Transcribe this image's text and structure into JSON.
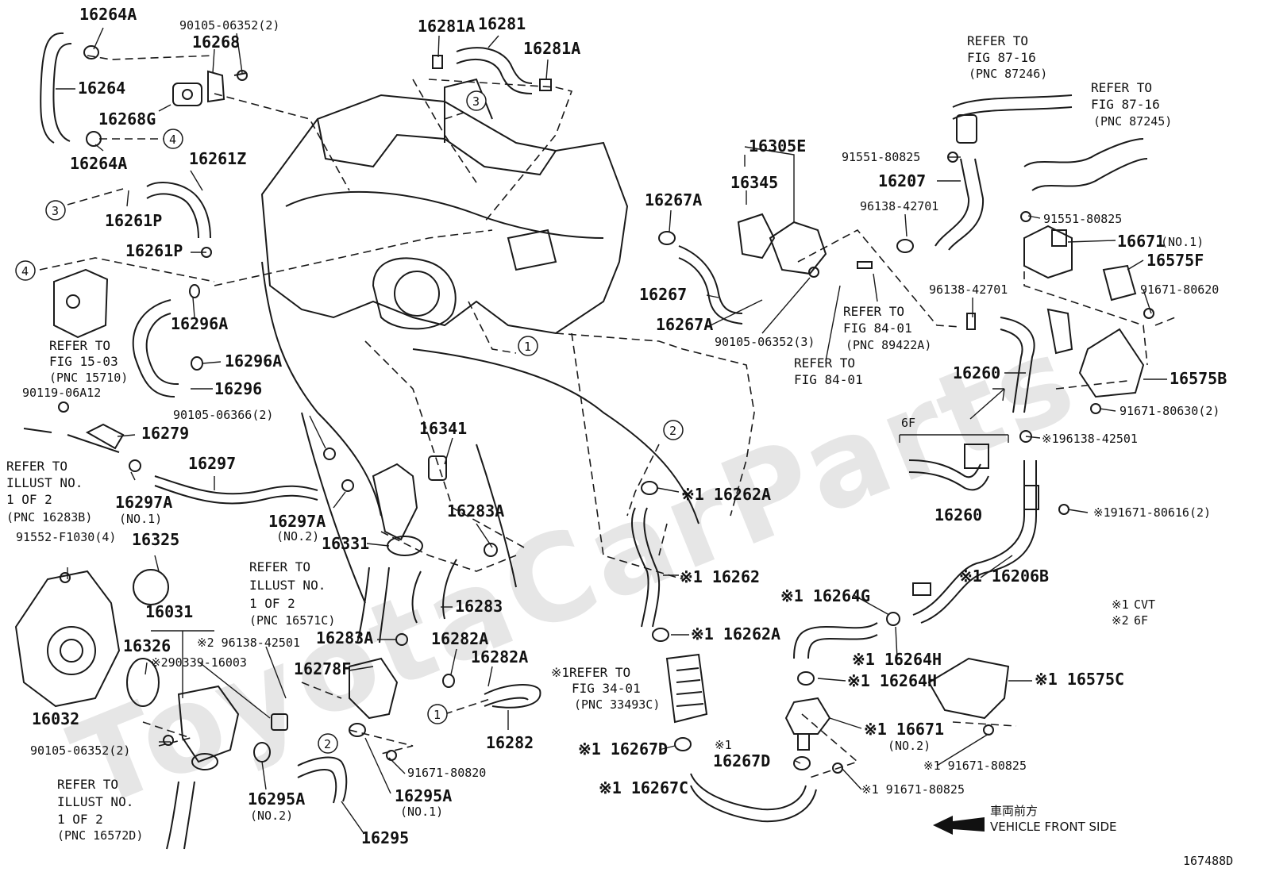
{
  "watermark": "ToyotaCarParts",
  "figure_number": "167488D",
  "direction_note": {
    "jp": "車両前方",
    "en": "VEHICLE FRONT SIDE"
  },
  "legend": [
    {
      "mark": "※1",
      "text": "CVT"
    },
    {
      "mark": "※2",
      "text": "6F"
    }
  ],
  "circles": [
    "1",
    "2",
    "3",
    "4"
  ],
  "labels": [
    {
      "id": "l1",
      "text": "16264A"
    },
    {
      "id": "l2",
      "text": "90105-06352(2)"
    },
    {
      "id": "l3",
      "text": "16268"
    },
    {
      "id": "l4",
      "text": "16264"
    },
    {
      "id": "l5",
      "text": "16268G"
    },
    {
      "id": "l6",
      "text": "16264A"
    },
    {
      "id": "l7",
      "text": "16261Z"
    },
    {
      "id": "l8",
      "text": "16261P"
    },
    {
      "id": "l9",
      "text": "16261P"
    },
    {
      "id": "l10",
      "text": "16296A"
    },
    {
      "id": "l11",
      "text": "16296A"
    },
    {
      "id": "l12",
      "text": "16296"
    },
    {
      "id": "l13",
      "text": "REFER TO"
    },
    {
      "id": "l14",
      "text": "FIG 15-03"
    },
    {
      "id": "l15",
      "text": "(PNC 15710)"
    },
    {
      "id": "l16",
      "text": "90119-06A12"
    },
    {
      "id": "l17",
      "text": "16279"
    },
    {
      "id": "l18",
      "text": "REFER TO"
    },
    {
      "id": "l19",
      "text": "ILLUST NO."
    },
    {
      "id": "l20",
      "text": "1 OF 2"
    },
    {
      "id": "l21",
      "text": "(PNC 16283B)"
    },
    {
      "id": "l22",
      "text": "16297A"
    },
    {
      "id": "l23",
      "text": "(NO.1)"
    },
    {
      "id": "l24",
      "text": "16297"
    },
    {
      "id": "l25",
      "text": "90105-06366(2)"
    },
    {
      "id": "l26",
      "text": "16297A"
    },
    {
      "id": "l27",
      "text": "(NO.2)"
    },
    {
      "id": "l28",
      "text": "16331"
    },
    {
      "id": "l29",
      "text": "16341"
    },
    {
      "id": "l30",
      "text": "16283A"
    },
    {
      "id": "l31",
      "text": "16283"
    },
    {
      "id": "l32",
      "text": "16283A"
    },
    {
      "id": "l33",
      "text": "91552-F1030(4)"
    },
    {
      "id": "l34",
      "text": "16325"
    },
    {
      "id": "l35",
      "text": "16031"
    },
    {
      "id": "l36",
      "text": "16326"
    },
    {
      "id": "l37",
      "text": "※2 96138-42501"
    },
    {
      "id": "l38",
      "text": "※290339-16003"
    },
    {
      "id": "l39",
      "text": "16278F"
    },
    {
      "id": "l40",
      "text": "16032"
    },
    {
      "id": "l41",
      "text": "90105-06352(2)"
    },
    {
      "id": "l42",
      "text": "16295A"
    },
    {
      "id": "l43",
      "text": "(NO.2)"
    },
    {
      "id": "l44",
      "text": "REFER TO"
    },
    {
      "id": "l45",
      "text": "ILLUST NO."
    },
    {
      "id": "l46",
      "text": "1 OF 2"
    },
    {
      "id": "l47",
      "text": "(PNC 16572D)"
    },
    {
      "id": "l48",
      "text": "16295"
    },
    {
      "id": "l49",
      "text": "16295A"
    },
    {
      "id": "l50",
      "text": "(NO.1)"
    },
    {
      "id": "l51",
      "text": "91671-80820"
    },
    {
      "id": "l52",
      "text": "16282A"
    },
    {
      "id": "l53",
      "text": "16282A"
    },
    {
      "id": "l54",
      "text": "16282"
    },
    {
      "id": "l55",
      "text": "REFER TO"
    },
    {
      "id": "l56",
      "text": "ILLUST NO."
    },
    {
      "id": "l57",
      "text": "1 OF 2"
    },
    {
      "id": "l58",
      "text": "(PNC 16571C)"
    },
    {
      "id": "l59",
      "text": "16281A"
    },
    {
      "id": "l60",
      "text": "16281"
    },
    {
      "id": "l61",
      "text": "16281A"
    },
    {
      "id": "l62",
      "text": "16267A"
    },
    {
      "id": "l63",
      "text": "16267"
    },
    {
      "id": "l64",
      "text": "16267A"
    },
    {
      "id": "l65",
      "text": "16305E"
    },
    {
      "id": "l66",
      "text": "16345"
    },
    {
      "id": "l67",
      "text": "90105-06352(3)"
    },
    {
      "id": "l68",
      "text": "REFER TO"
    },
    {
      "id": "l69",
      "text": "FIG 84-01"
    },
    {
      "id": "l70",
      "text": "REFER TO"
    },
    {
      "id": "l71",
      "text": "FIG 84-01"
    },
    {
      "id": "l72",
      "text": "(PNC 89422A)"
    },
    {
      "id": "l73",
      "text": "※1 16262A"
    },
    {
      "id": "l74",
      "text": "※1 16262"
    },
    {
      "id": "l75",
      "text": "※1 16262A"
    },
    {
      "id": "l76",
      "text": "※1REFER TO"
    },
    {
      "id": "l77",
      "text": "FIG 34-01"
    },
    {
      "id": "l78",
      "text": "(PNC 33493C)"
    },
    {
      "id": "l79",
      "text": "※1 16267D"
    },
    {
      "id": "l80",
      "text": "※1"
    },
    {
      "id": "l81",
      "text": "16267D"
    },
    {
      "id": "l82",
      "text": "※1 16267C"
    },
    {
      "id": "l83",
      "text": "※1 16264G"
    },
    {
      "id": "l84",
      "text": "※1 16264H"
    },
    {
      "id": "l85",
      "text": "※1 16264H"
    },
    {
      "id": "l86",
      "text": "※1 16671"
    },
    {
      "id": "l87",
      "text": "(NO.2)"
    },
    {
      "id": "l88",
      "text": "※1 91671-80825"
    },
    {
      "id": "l89",
      "text": "※1 91671-80825"
    },
    {
      "id": "l90",
      "text": "※1 16575C"
    },
    {
      "id": "l91",
      "text": "REFER TO"
    },
    {
      "id": "l92",
      "text": "FIG 87-16"
    },
    {
      "id": "l93",
      "text": "(PNC 87246)"
    },
    {
      "id": "l94",
      "text": "REFER TO"
    },
    {
      "id": "l95",
      "text": "FIG 87-16"
    },
    {
      "id": "l96",
      "text": "(PNC 87245)"
    },
    {
      "id": "l97",
      "text": "91551-80825"
    },
    {
      "id": "l98",
      "text": "16207"
    },
    {
      "id": "l99",
      "text": "96138-42701"
    },
    {
      "id": "l100",
      "text": "91551-80825"
    },
    {
      "id": "l101",
      "text": "16671"
    },
    {
      "id": "l102",
      "text": "(NO.1)"
    },
    {
      "id": "l103",
      "text": "16575F"
    },
    {
      "id": "l104",
      "text": "96138-42701"
    },
    {
      "id": "l105",
      "text": "91671-80620"
    },
    {
      "id": "l106",
      "text": "16260"
    },
    {
      "id": "l107",
      "text": "16575B"
    },
    {
      "id": "l108",
      "text": "91671-80630(2)"
    },
    {
      "id": "l109",
      "text": "6F"
    },
    {
      "id": "l110",
      "text": "※196138-42501"
    },
    {
      "id": "l111",
      "text": "16260"
    },
    {
      "id": "l112",
      "text": "※191671-80616(2)"
    },
    {
      "id": "l113",
      "text": "※1 16206B"
    }
  ]
}
